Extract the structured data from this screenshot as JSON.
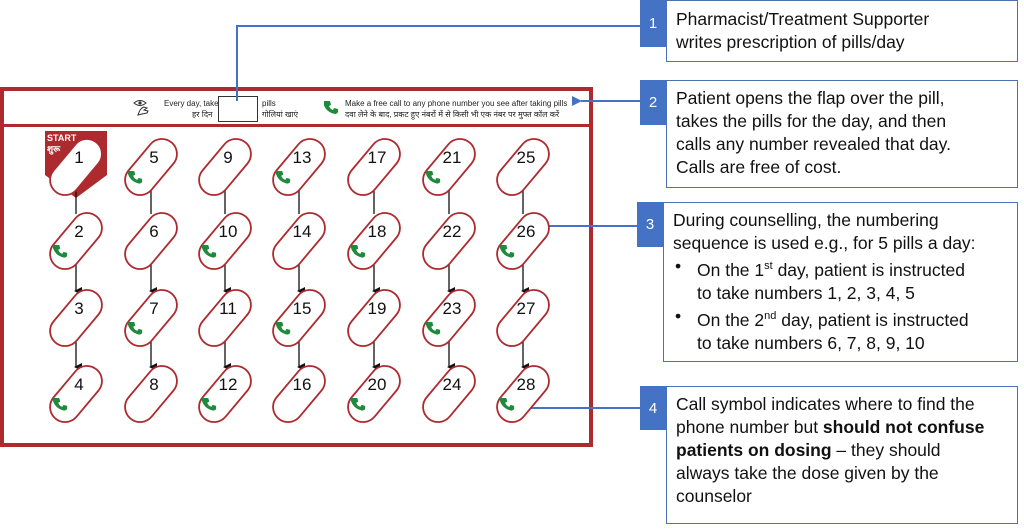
{
  "card": {
    "header": {
      "every_day_en": "Every day, take",
      "every_day_hi": "हर दिन",
      "pills_en": "pills",
      "pills_hi": "गोलियां खाएं",
      "call_en": "Make a free call to any phone number you see after taking pills",
      "call_hi": "दवा लेने के बाद, प्रकट हुए नंबरों में से किसी भी एक नंबर पर मुफ्त कॉल करें"
    },
    "start": {
      "en": "START",
      "hi": "शुरू"
    },
    "columns": [
      [
        "1",
        "2",
        "3",
        "4"
      ],
      [
        "5",
        "6",
        "7",
        "8"
      ],
      [
        "9",
        "10",
        "11",
        "12"
      ],
      [
        "13",
        "14",
        "15",
        "16"
      ],
      [
        "17",
        "18",
        "19",
        "20"
      ],
      [
        "21",
        "22",
        "23",
        "24"
      ],
      [
        "25",
        "26",
        "27",
        "28"
      ]
    ],
    "phone_pills": [
      "2",
      "4",
      "5",
      "7",
      "10",
      "12",
      "13",
      "15",
      "18",
      "20",
      "21",
      "23",
      "26",
      "28"
    ]
  },
  "colors": {
    "card_border": "#ad2a2e",
    "callout_blue": "#4472c4",
    "phone_green": "#1e8a3c"
  },
  "callouts": [
    {
      "number": "1",
      "lines": [
        "Pharmacist/Treatment Supporter",
        "writes prescription of pills/day"
      ]
    },
    {
      "number": "2",
      "lines": [
        "Patient opens the flap over the pill,",
        "takes the pills for the day, and then",
        "calls any number revealed that day.",
        "Calls are free of cost."
      ]
    },
    {
      "number": "3",
      "intro": [
        "During counselling, the numbering",
        "sequence is used e.g., for 5 pills a day:"
      ],
      "bullet1": {
        "pre": "On the 1",
        "sup": "st",
        "post": " day, patient is instructed",
        "line2": "to take numbers 1, 2, 3, 4, 5"
      },
      "bullet2": {
        "pre": "On the 2",
        "sup": "nd",
        "post": " day, patient is instructed",
        "line2": "to take numbers 6, 7, 8, 9, 10"
      }
    },
    {
      "number": "4",
      "l1": "Call symbol indicates where to find the",
      "l2_pre": "phone number but ",
      "l2_bold": "should not confuse",
      "l3_bold": "patients on dosing",
      "l3_post": " – they should",
      "l4": "always take the dose given by the",
      "l5": "counselor"
    }
  ]
}
